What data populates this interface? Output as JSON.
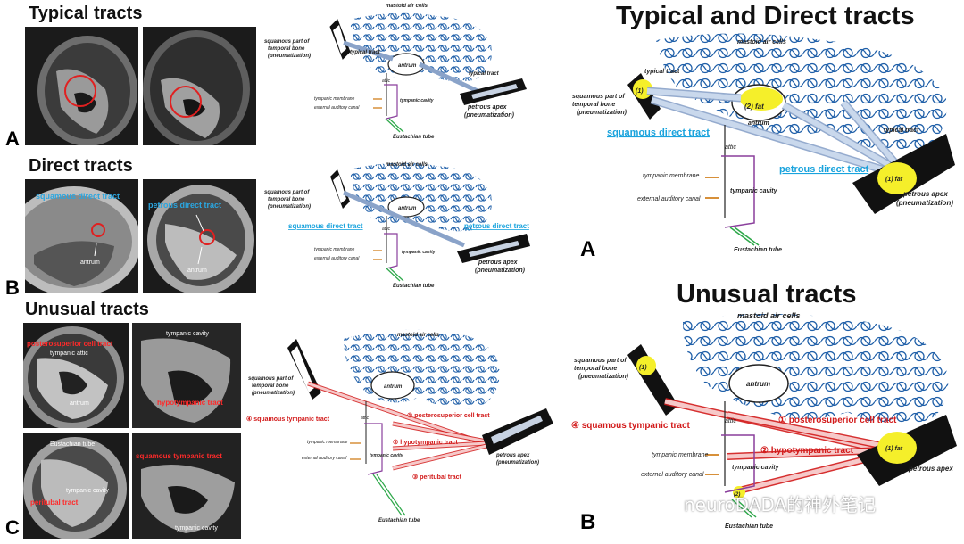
{
  "left": {
    "title_typical": "Typical tracts",
    "title_direct": "Direct tracts",
    "title_unusual": "Unusual tracts",
    "letter_a": "A",
    "letter_b": "B",
    "letter_c": "C",
    "ct_b1_label": "squamous direct tract",
    "ct_b1_antrum": "antrum",
    "ct_b2_label": "petrous direct tract",
    "ct_b2_antrum": "antrum",
    "ct_c1_label": "posterosuperior cell tract",
    "ct_c1_sub": "tympanic attic",
    "ct_c1_antrum": "antrum",
    "ct_c2_top": "tympanic cavity",
    "ct_c2_label": "hypotympanic tract",
    "ct_c3_top": "Eustachian tube",
    "ct_c3_sub": "tympanic cavity",
    "ct_c3_label": "peritubal tract",
    "ct_c4_label": "squamous tympanic tract",
    "ct_c4_sub": "tympanic cavity"
  },
  "labels": {
    "mastoid": "mastoid air cells",
    "squamous_1": "squamous part of",
    "squamous_2": "temporal bone",
    "squamous_3": "(pneumatization)",
    "typical_tract": "typical tract",
    "antrum": "antrum",
    "attic": "attic",
    "tympanic_membrane": "tympanic membrane",
    "external_canal": "external auditory canal",
    "tympanic_cavity": "tympanic cavity",
    "eustachian": "Eustachian tube",
    "petrous_1": "petrous apex",
    "petrous_2": "(pneumatization)",
    "squamous_direct": "squamous direct tract",
    "petrous_direct": "petrous direct tract",
    "t1": "① posterosuperior cell tract",
    "t2": "② hypotympanic tract",
    "t3": "③ peritubal tract",
    "t4": "④ squamous tympanic tract"
  },
  "right": {
    "title_top": "Typical and Direct tracts",
    "title_bottom": "Unusual tracts",
    "letter_a": "A",
    "letter_b": "B",
    "fat1": "(1) fat",
    "fat2": "(2) fat",
    "marker1": "(1)",
    "marker2": "(2)",
    "petrous_b": "petrous apex",
    "watermark": "neuroDADA的神外笔记"
  },
  "colors": {
    "air_cells": "#1f5fa8",
    "tract_blue_fill": "#c9d8ec",
    "tract_red_fill": "#f6c9c9",
    "tract_red_stroke": "#d21a1a",
    "fat": "#f5ef2a",
    "tympanic_outline": "#8a3f9c",
    "eustachian": "#2ea84a",
    "canal_orange": "#d7903a"
  }
}
